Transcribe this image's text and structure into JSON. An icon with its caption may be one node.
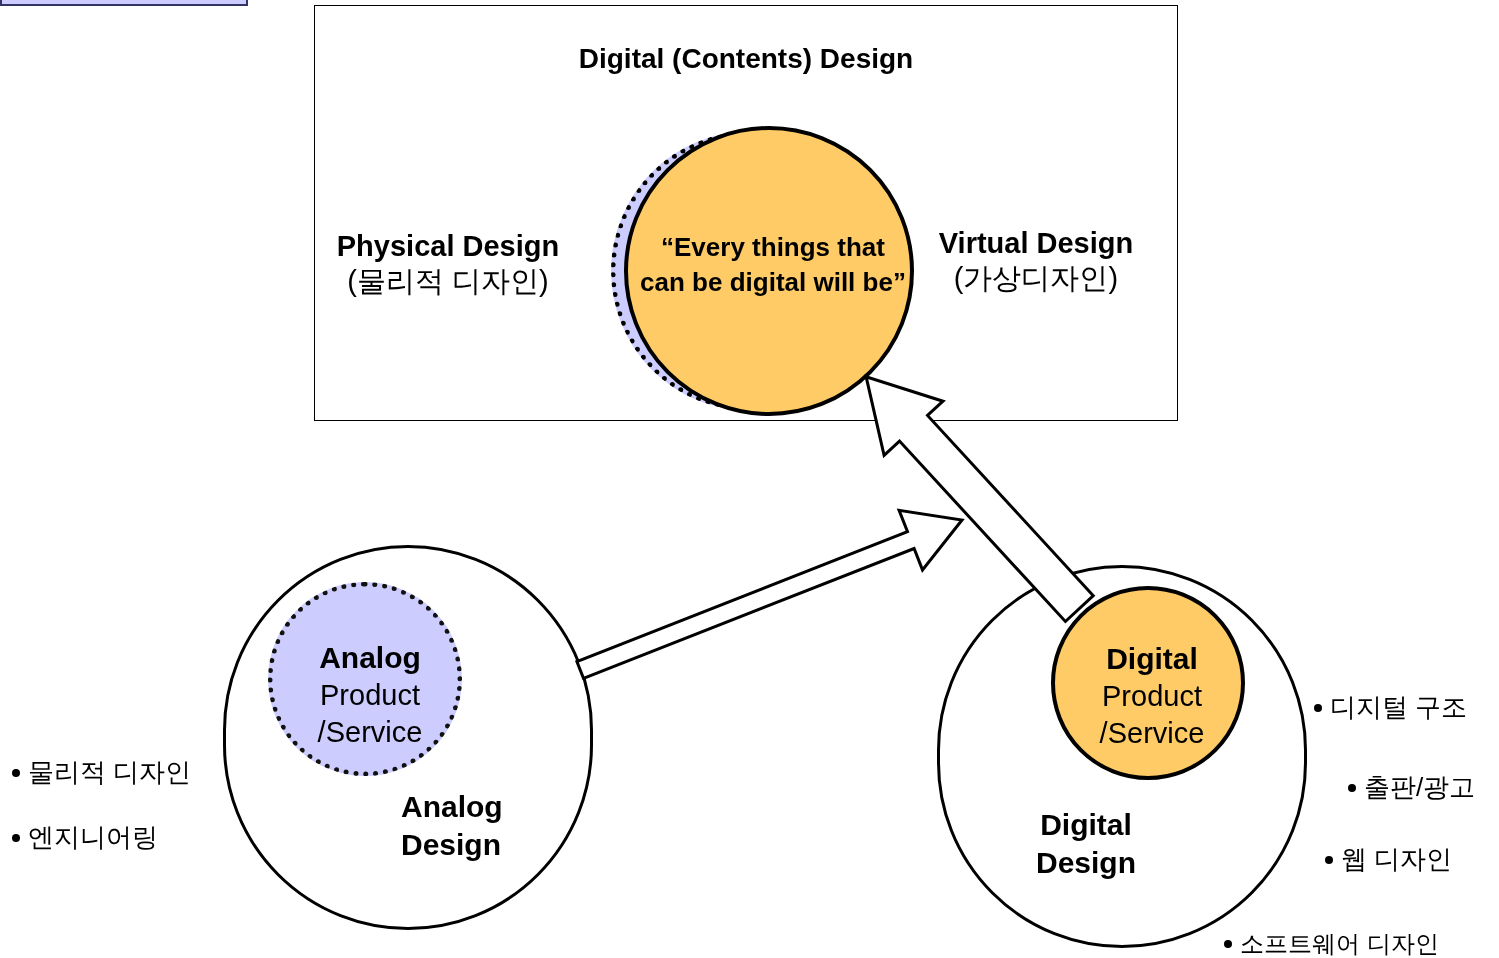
{
  "diagram": {
    "nodes": [
      {
        "text": [
          "Digital (Contents) Design"
        ]
      },
      {
        "text": [
          "“Every things that can be digital will be”"
        ],
        "in": 0
      },
      {
        "text": [
          "Analog Design"
        ]
      },
      {
        "text": [
          "Analog",
          "Product /Service"
        ],
        "in": 2
      },
      {
        "text": [
          "Digital Design"
        ]
      },
      {
        "text": [
          "Digital",
          "Product /Service"
        ],
        "in": 4
      }
    ],
    "edges": [
      {
        "from": 5,
        "to": 1,
        "arrow": "to"
      },
      {
        "from": 2,
        "to": null,
        "arrow": "to"
      }
    ],
    "labels": [
      "Physical Design",
      "(물리적 디자인)",
      "Virtual Design",
      "(가상디자인)",
      "디지털 구조",
      "물리적 디자인",
      "출판/광고",
      "엔지니어링",
      "웹 디자인",
      "소프트웨어 디자인"
    ]
  }
}
